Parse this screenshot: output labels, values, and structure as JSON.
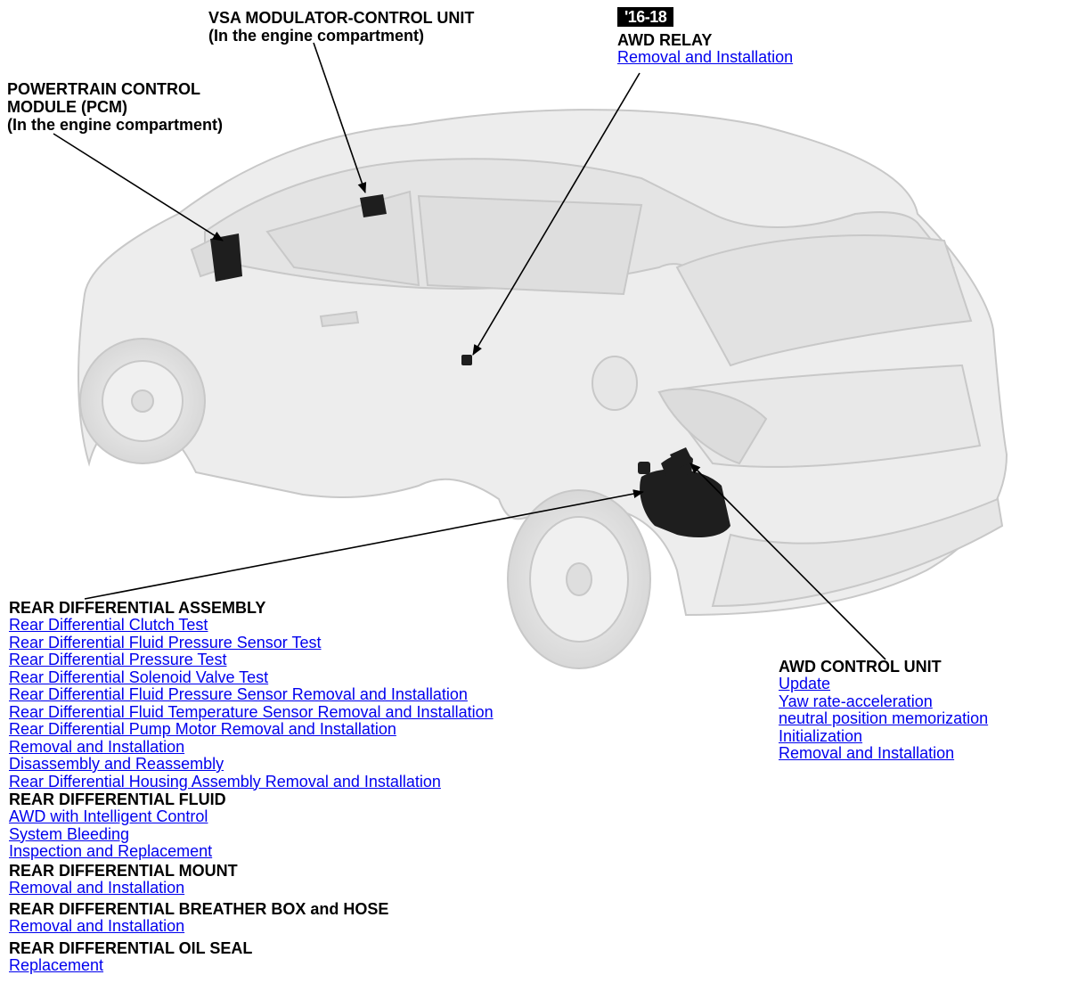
{
  "vsa": {
    "title": "VSA MODULATOR-CONTROL UNIT",
    "note": "(In the engine compartment)"
  },
  "pcm": {
    "line1": "POWERTRAIN CONTROL",
    "line2": "MODULE (PCM)",
    "note": "(In the engine compartment)"
  },
  "awd_relay": {
    "badge": "'16-18",
    "title": "AWD RELAY",
    "link": "Removal and Installation"
  },
  "awd_control_unit": {
    "title": "AWD CONTROL UNIT",
    "links": [
      "Update",
      "Yaw rate-acceleration",
      "neutral position memorization",
      "Initialization",
      "Removal and Installation"
    ]
  },
  "rear_differential_assembly": {
    "title": "REAR DIFFERENTIAL ASSEMBLY",
    "links": [
      "Rear Differential Clutch Test",
      "Rear Differential Fluid Pressure Sensor Test",
      "Rear Differential Pressure Test",
      "Rear Differential Solenoid Valve Test",
      "Rear Differential Fluid Pressure Sensor Removal and Installation",
      "Rear Differential Fluid Temperature Sensor Removal and Installation",
      "Rear Differential Pump Motor Removal and Installation",
      "Removal and Installation",
      "Disassembly and Reassembly",
      "Rear Differential Housing Assembly Removal and Installation"
    ]
  },
  "rear_differential_fluid": {
    "title": "REAR DIFFERENTIAL FLUID",
    "links": [
      "AWD with Intelligent Control",
      "System Bleeding",
      "Inspection and Replacement"
    ]
  },
  "rear_differential_mount": {
    "title": "REAR DIFFERENTIAL MOUNT",
    "link": "Removal and Installation"
  },
  "rear_differential_breather": {
    "title": "REAR DIFFERENTIAL BREATHER BOX and HOSE",
    "link": "Removal and Installation"
  },
  "rear_differential_oil_seal": {
    "title": "REAR DIFFERENTIAL OIL SEAL",
    "link": "Replacement"
  },
  "colors": {
    "link": "#0000ee",
    "car_body": "#ededed",
    "car_outline": "#c8c8c8",
    "component": "#1e1e1e"
  }
}
